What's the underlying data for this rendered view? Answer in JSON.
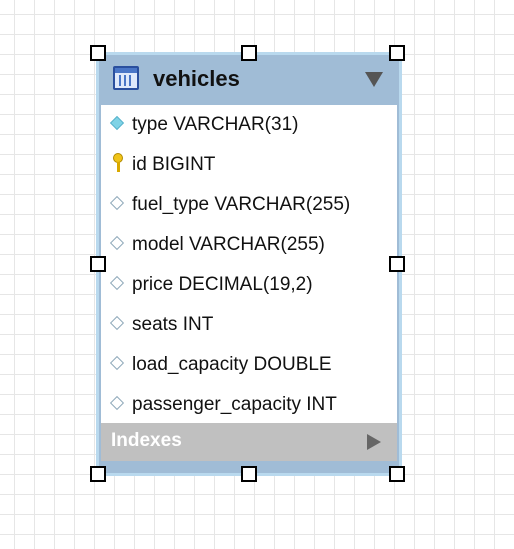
{
  "table": {
    "name": "vehicles",
    "columns": [
      {
        "text": "type VARCHAR(31)",
        "icon": "diamond-filled"
      },
      {
        "text": "id BIGINT",
        "icon": "primary-key"
      },
      {
        "text": "fuel_type VARCHAR(255)",
        "icon": "diamond-empty"
      },
      {
        "text": "model VARCHAR(255)",
        "icon": "diamond-empty"
      },
      {
        "text": "price DECIMAL(19,2)",
        "icon": "diamond-empty"
      },
      {
        "text": "seats INT",
        "icon": "diamond-empty"
      },
      {
        "text": "load_capacity DOUBLE",
        "icon": "diamond-empty"
      },
      {
        "text": "passenger_capacity INT",
        "icon": "diamond-empty"
      }
    ],
    "indexes_label": "Indexes"
  },
  "colors": {
    "header_bg": "#a0bcd6",
    "selection_border": "#b9d9ee",
    "indexes_bg": "#c0c0c0"
  }
}
